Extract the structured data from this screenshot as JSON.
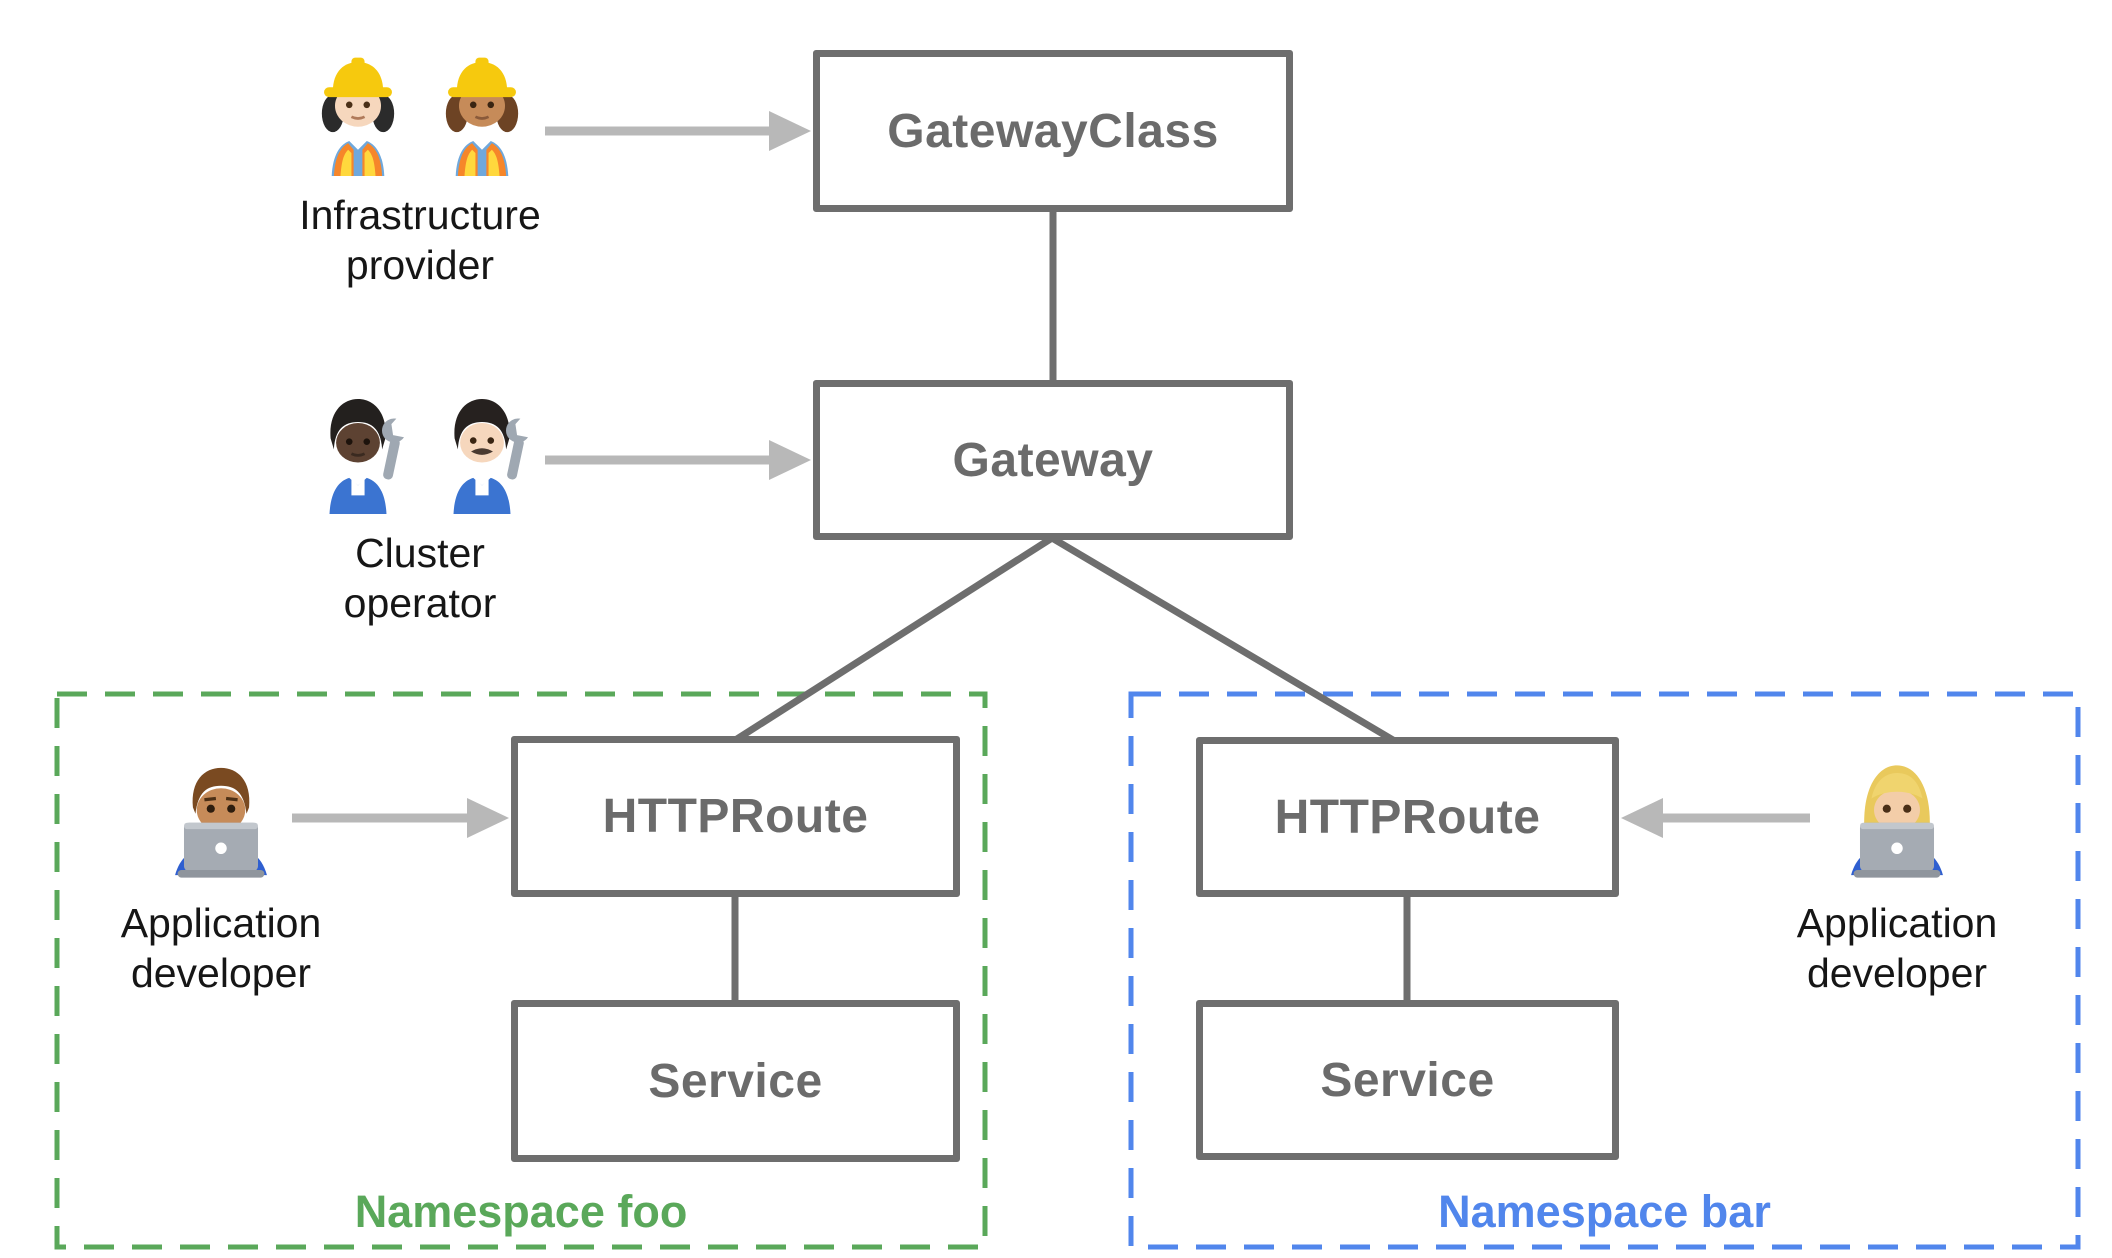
{
  "nodes": {
    "gateway_class": {
      "label": "GatewayClass"
    },
    "gateway": {
      "label": "Gateway"
    },
    "httproute_foo": {
      "label": "HTTPRoute"
    },
    "service_foo": {
      "label": "Service"
    },
    "httproute_bar": {
      "label": "HTTPRoute"
    },
    "service_bar": {
      "label": "Service"
    }
  },
  "personas": {
    "infrastructure_provider": {
      "line1": "Infrastructure",
      "line2": "provider",
      "icons": [
        "woman-construction-worker-light-icon",
        "woman-construction-worker-medium-icon"
      ]
    },
    "cluster_operator": {
      "line1": "Cluster",
      "line2": "operator",
      "icons": [
        "mechanic-dark-icon",
        "man-mechanic-light-icon"
      ]
    },
    "application_developer_foo": {
      "line1": "Application",
      "line2": "developer",
      "icons": [
        "man-technologist-icon"
      ]
    },
    "application_developer_bar": {
      "line1": "Application",
      "line2": "developer",
      "icons": [
        "woman-technologist-icon"
      ]
    }
  },
  "namespaces": {
    "foo": {
      "label": "Namespace foo",
      "color": "#5aa85a"
    },
    "bar": {
      "label": "Namespace bar",
      "color": "#5186ec"
    }
  },
  "colors": {
    "node_border": "#6e6e6e",
    "node_text": "#6b6b6b",
    "connector": "#6e6e6e",
    "arrow": "#b8b8b8",
    "persona_text": "#161616"
  }
}
